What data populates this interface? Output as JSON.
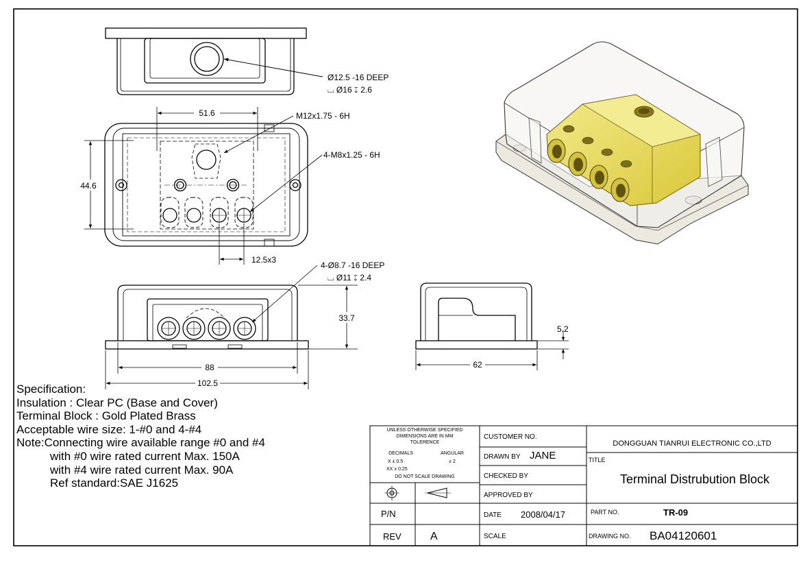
{
  "views": {
    "top": {
      "callout_line1": "Ø12.5 -16 DEEP",
      "callout_line2": "⌴ Ø16 ↧ 2.6"
    },
    "front": {
      "dim_width_holes": "51.6",
      "dim_height": "44.6",
      "dim_pitch": "12.5x3",
      "callout_main_thread": "M12x1.75 - 6H",
      "callout_set_threads": "4-M8x1.25 - 6H"
    },
    "side": {
      "callout_line1": "4-Ø8.7 -16 DEEP",
      "callout_line2": "⌴ Ø11 ↧ 2.4",
      "dim_height": "33.7",
      "dim_inner": "88",
      "dim_overall": "102.5"
    },
    "end": {
      "dim_flange": "5.2",
      "dim_width": "62"
    }
  },
  "specification": {
    "heading": "Specification:",
    "lines": [
      "Insulation : Clear PC (Base and Cover)",
      "Terminal Block : Gold Plated Brass",
      "Acceptable wire size: 1-#0 and 4-#4",
      "Note:Connecting wire available range #0 and #4"
    ],
    "note_lines": [
      "with #0 wire rated current Max. 150A",
      "with #4 wire rated current Max. 90A",
      "Ref standard:SAE J1625"
    ]
  },
  "title_block": {
    "tolerance": {
      "line1": "UNLESS OTHERWISE SPECIFIED",
      "line2": "DIMENSIONS ARE IN MM",
      "line3": "TOLERENCE",
      "decimals": "DECIMALS",
      "angular": "ANGULAR",
      "x_tol": "X ±  0.5",
      "angular_tol": "± 2",
      "xx_tol": "XX ±  0.25",
      "no_scale": "DO NOT SCALE DRAWING"
    },
    "pn_label": "P/N",
    "rev_label": "REV",
    "rev_value": "A",
    "customer_label": "CUSTOMER NO.",
    "drawn_label": "DRAWN BY",
    "drawn_value": "JANE",
    "checked_label": "CHECKED BY",
    "approved_label": "APPROVED BY",
    "date_label": "DATE",
    "date_value": "2008/04/17",
    "scale_label": "SCALE",
    "company": "DONGGUAN TIANRUI ELECTRONIC CO.,LTD",
    "title_label": "TITLE",
    "title_value": "Terminal Distrubution Block",
    "part_label": "PART NO.",
    "part_value": "TR-09",
    "drawing_label": "DRAWING NO.",
    "drawing_value": "BA04120601"
  }
}
